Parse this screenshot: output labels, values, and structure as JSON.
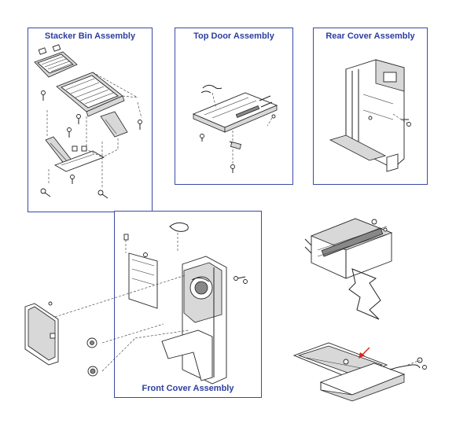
{
  "panels": {
    "stacker_bin": {
      "title": "Stacker Bin Assembly"
    },
    "top_door": {
      "title": "Top Door Assembly"
    },
    "rear_cover": {
      "title": "Rear Cover Assembly"
    },
    "front_cover": {
      "title": "Front Cover Assembly"
    }
  },
  "colors": {
    "panel_border": "#3a4aa6",
    "title_text": "#2b3ea0",
    "line_art": "#222222",
    "pointer_arrow": "#d8261c"
  },
  "icons": {
    "pointer": "red-arrow-icon"
  }
}
